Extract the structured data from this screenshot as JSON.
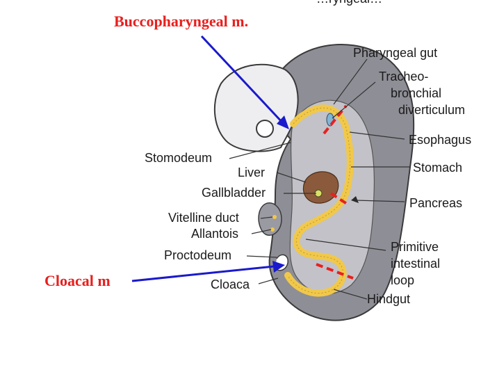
{
  "colors": {
    "accent_red": "#e8201e",
    "arrow_blue": "#1a1acc",
    "gut_yellow": "#f1c84a",
    "body_gray": "#8e8e96",
    "liver_brown": "#8b5a3c"
  },
  "top_fragment": "…ryngeal…",
  "callouts": {
    "buccopharyngeal": "Buccopharyngeal m.",
    "cloacal": "Cloacal m"
  },
  "labels": {
    "pharyngeal_gut": "Pharyngeal gut",
    "tracheo_line1": "Tracheo-",
    "tracheo_line2": "bronchial",
    "tracheo_line3": "diverticulum",
    "esophagus": "Esophagus",
    "stomach": "Stomach",
    "pancreas": "Pancreas",
    "stomodeum": "Stomodeum",
    "liver": "Liver",
    "gallbladder": "Gallbladder",
    "vitelline_duct": "Vitelline duct",
    "allantois": "Allantois",
    "proctodeum": "Proctodeum",
    "cloaca": "Cloaca",
    "primitive_line1": "Primitive",
    "primitive_line2": "intestinal",
    "primitive_line3": "loop",
    "hindgut": "Hindgut"
  }
}
